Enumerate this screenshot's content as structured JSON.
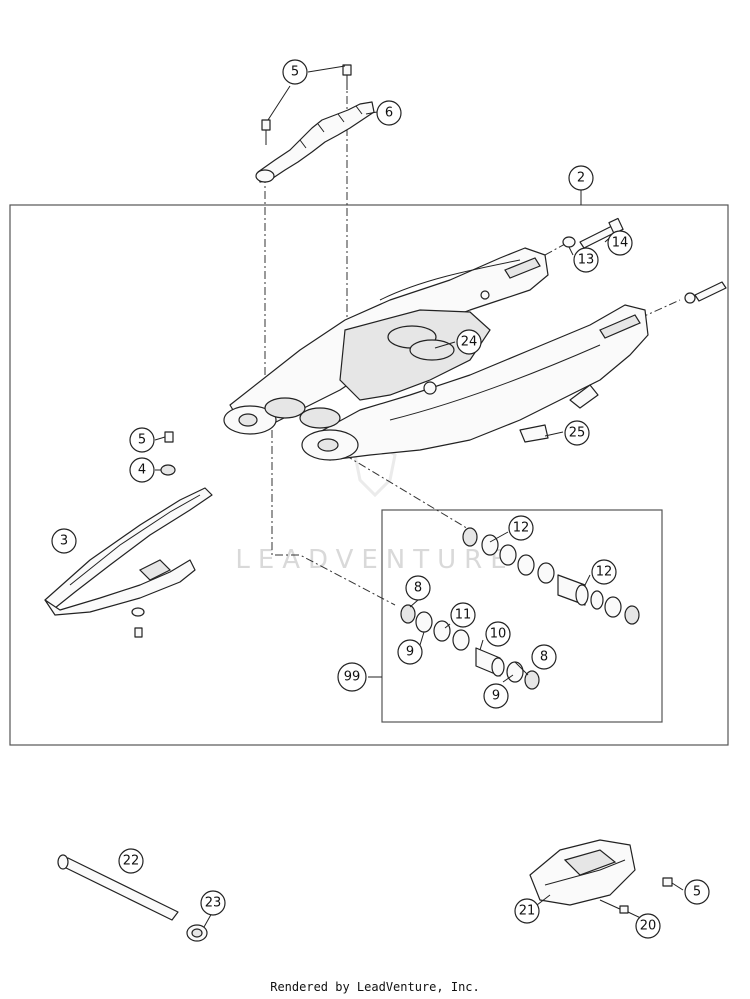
{
  "diagram": {
    "callouts": {
      "c5_top": "5",
      "c6": "6",
      "c2": "2",
      "c14": "14",
      "c13": "13",
      "c24": "24",
      "c25": "25",
      "c5_left": "5",
      "c4": "4",
      "c3": "3",
      "c12_a": "12",
      "c12_b": "12",
      "c8_a": "8",
      "c11": "11",
      "c10": "10",
      "c9_a": "9",
      "c8_b": "8",
      "c99": "99",
      "c9_b": "9",
      "c22": "22",
      "c23": "23",
      "c5_right": "5",
      "c21": "21",
      "c20": "20"
    },
    "watermark": "LEADVENTURE"
  },
  "footer": {
    "credit": "Rendered by LeadVenture, Inc."
  }
}
